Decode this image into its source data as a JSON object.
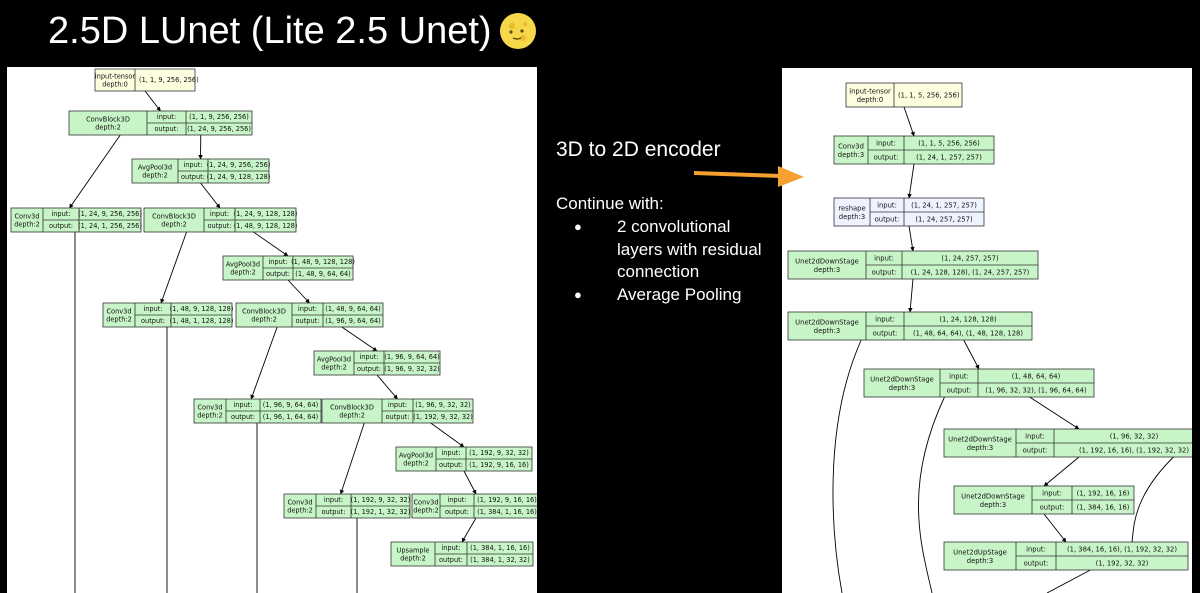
{
  "title": "2.5D LUnet (Lite 2.5 Unet)",
  "emoji_icon": "moon-face-icon",
  "annotation": {
    "heading": "3D to 2D encoder",
    "continue_label": "Continue with:",
    "bullets": [
      "2 convolutional layers with residual connection",
      "Average Pooling"
    ],
    "arrow_color": "#f5a030"
  },
  "colors": {
    "node_fill": "#c8f5c8",
    "input_fill": "#fdfde0",
    "reshape_fill": "#eef3ff"
  },
  "left_graph": {
    "nodes": [
      {
        "name": "input-tensor",
        "depth": "depth:0",
        "value": "(1, 1, 9, 256, 256)"
      },
      {
        "name": "ConvBlock3D",
        "depth": "depth:2",
        "input": "(1, 1, 9, 256, 256)",
        "output": "(1, 24, 9, 256, 256)"
      },
      {
        "name": "AvgPool3d",
        "depth": "depth:2",
        "input": "(1, 24, 9, 256, 256)",
        "output": "(1, 24, 9, 128, 128)"
      },
      {
        "name": "Conv3d",
        "depth": "depth:2",
        "input": "(1, 24, 9, 256, 256)",
        "output": "(1, 24, 1, 256, 256)"
      },
      {
        "name": "ConvBlock3D",
        "depth": "depth:2",
        "input": "(1, 24, 9, 128, 128)",
        "output": "(1, 48, 9, 128, 128)"
      },
      {
        "name": "AvgPool3d",
        "depth": "depth:2",
        "input": "(1, 48, 9, 128, 128)",
        "output": "(1, 48, 9, 64, 64)"
      },
      {
        "name": "Conv3d",
        "depth": "depth:2",
        "input": "(1, 48, 9, 128, 128)",
        "output": "(1, 48, 1, 128, 128)"
      },
      {
        "name": "ConvBlock3D",
        "depth": "depth:2",
        "input": "(1, 48, 9, 64, 64)",
        "output": "(1, 96, 9, 64, 64)"
      },
      {
        "name": "AvgPool3d",
        "depth": "depth:2",
        "input": "(1, 96, 9, 64, 64)",
        "output": "(1, 96, 9, 32, 32)"
      },
      {
        "name": "Conv3d",
        "depth": "depth:2",
        "input": "(1, 96, 9, 64, 64)",
        "output": "(1, 96, 1, 64, 64)"
      },
      {
        "name": "ConvBlock3D",
        "depth": "depth:2",
        "input": "(1, 96, 9, 32, 32)",
        "output": "(1, 192, 9, 32, 32)"
      },
      {
        "name": "AvgPool3d",
        "depth": "depth:2",
        "input": "(1, 192, 9, 32, 32)",
        "output": "(1, 192, 9, 16, 16)"
      },
      {
        "name": "Conv3d",
        "depth": "depth:2",
        "input": "(1, 192, 9, 32, 32)",
        "output": "(1, 192, 1, 32, 32)"
      },
      {
        "name": "Conv3d",
        "depth": "depth:2",
        "input": "(1, 192, 9, 16, 16)",
        "output": "(1, 384, 1, 16, 16)"
      },
      {
        "name": "Upsample",
        "depth": "depth:2",
        "input": "(1, 384, 1, 16, 16)",
        "output": "(1, 384, 1, 32, 32)"
      }
    ]
  },
  "right_graph": {
    "nodes": [
      {
        "name": "input-tensor",
        "depth": "depth:0",
        "value": "(1, 1, 5, 256, 256)"
      },
      {
        "name": "Conv3d",
        "depth": "depth:3",
        "input": "(1, 1, 5, 256, 256)",
        "output": "(1, 24, 1, 257, 257)"
      },
      {
        "name": "reshape",
        "depth": "depth:3",
        "input": "(1, 24, 1, 257, 257)",
        "output": "(1, 24, 257, 257)"
      },
      {
        "name": "Unet2dDownStage",
        "depth": "depth:3",
        "input": "(1, 24, 257, 257)",
        "output": "(1, 24, 128, 128), (1, 24, 257, 257)"
      },
      {
        "name": "Unet2dDownStage",
        "depth": "depth:3",
        "input": "(1, 24, 128, 128)",
        "output": "(1, 48, 64, 64), (1, 48, 128, 128)"
      },
      {
        "name": "Unet2dDownStage",
        "depth": "depth:3",
        "input": "(1, 48, 64, 64)",
        "output": "(1, 96, 32, 32), (1, 96, 64, 64)"
      },
      {
        "name": "Unet2dDownStage",
        "depth": "depth:3",
        "input": "(1, 96, 32, 32)",
        "output": "(1, 192, 16, 16), (1, 192, 32, 32)"
      },
      {
        "name": "Unet2dDownStage",
        "depth": "depth:3",
        "input": "(1, 192, 16, 16)",
        "output": "(1, 384, 16, 16)"
      },
      {
        "name": "Unet2dUpStage",
        "depth": "depth:3",
        "input": "(1, 384, 16, 16), (1, 192, 32, 32)",
        "output": "(1, 192, 32, 32)"
      }
    ]
  },
  "io_labels": {
    "input": "input:",
    "output": "output:"
  }
}
